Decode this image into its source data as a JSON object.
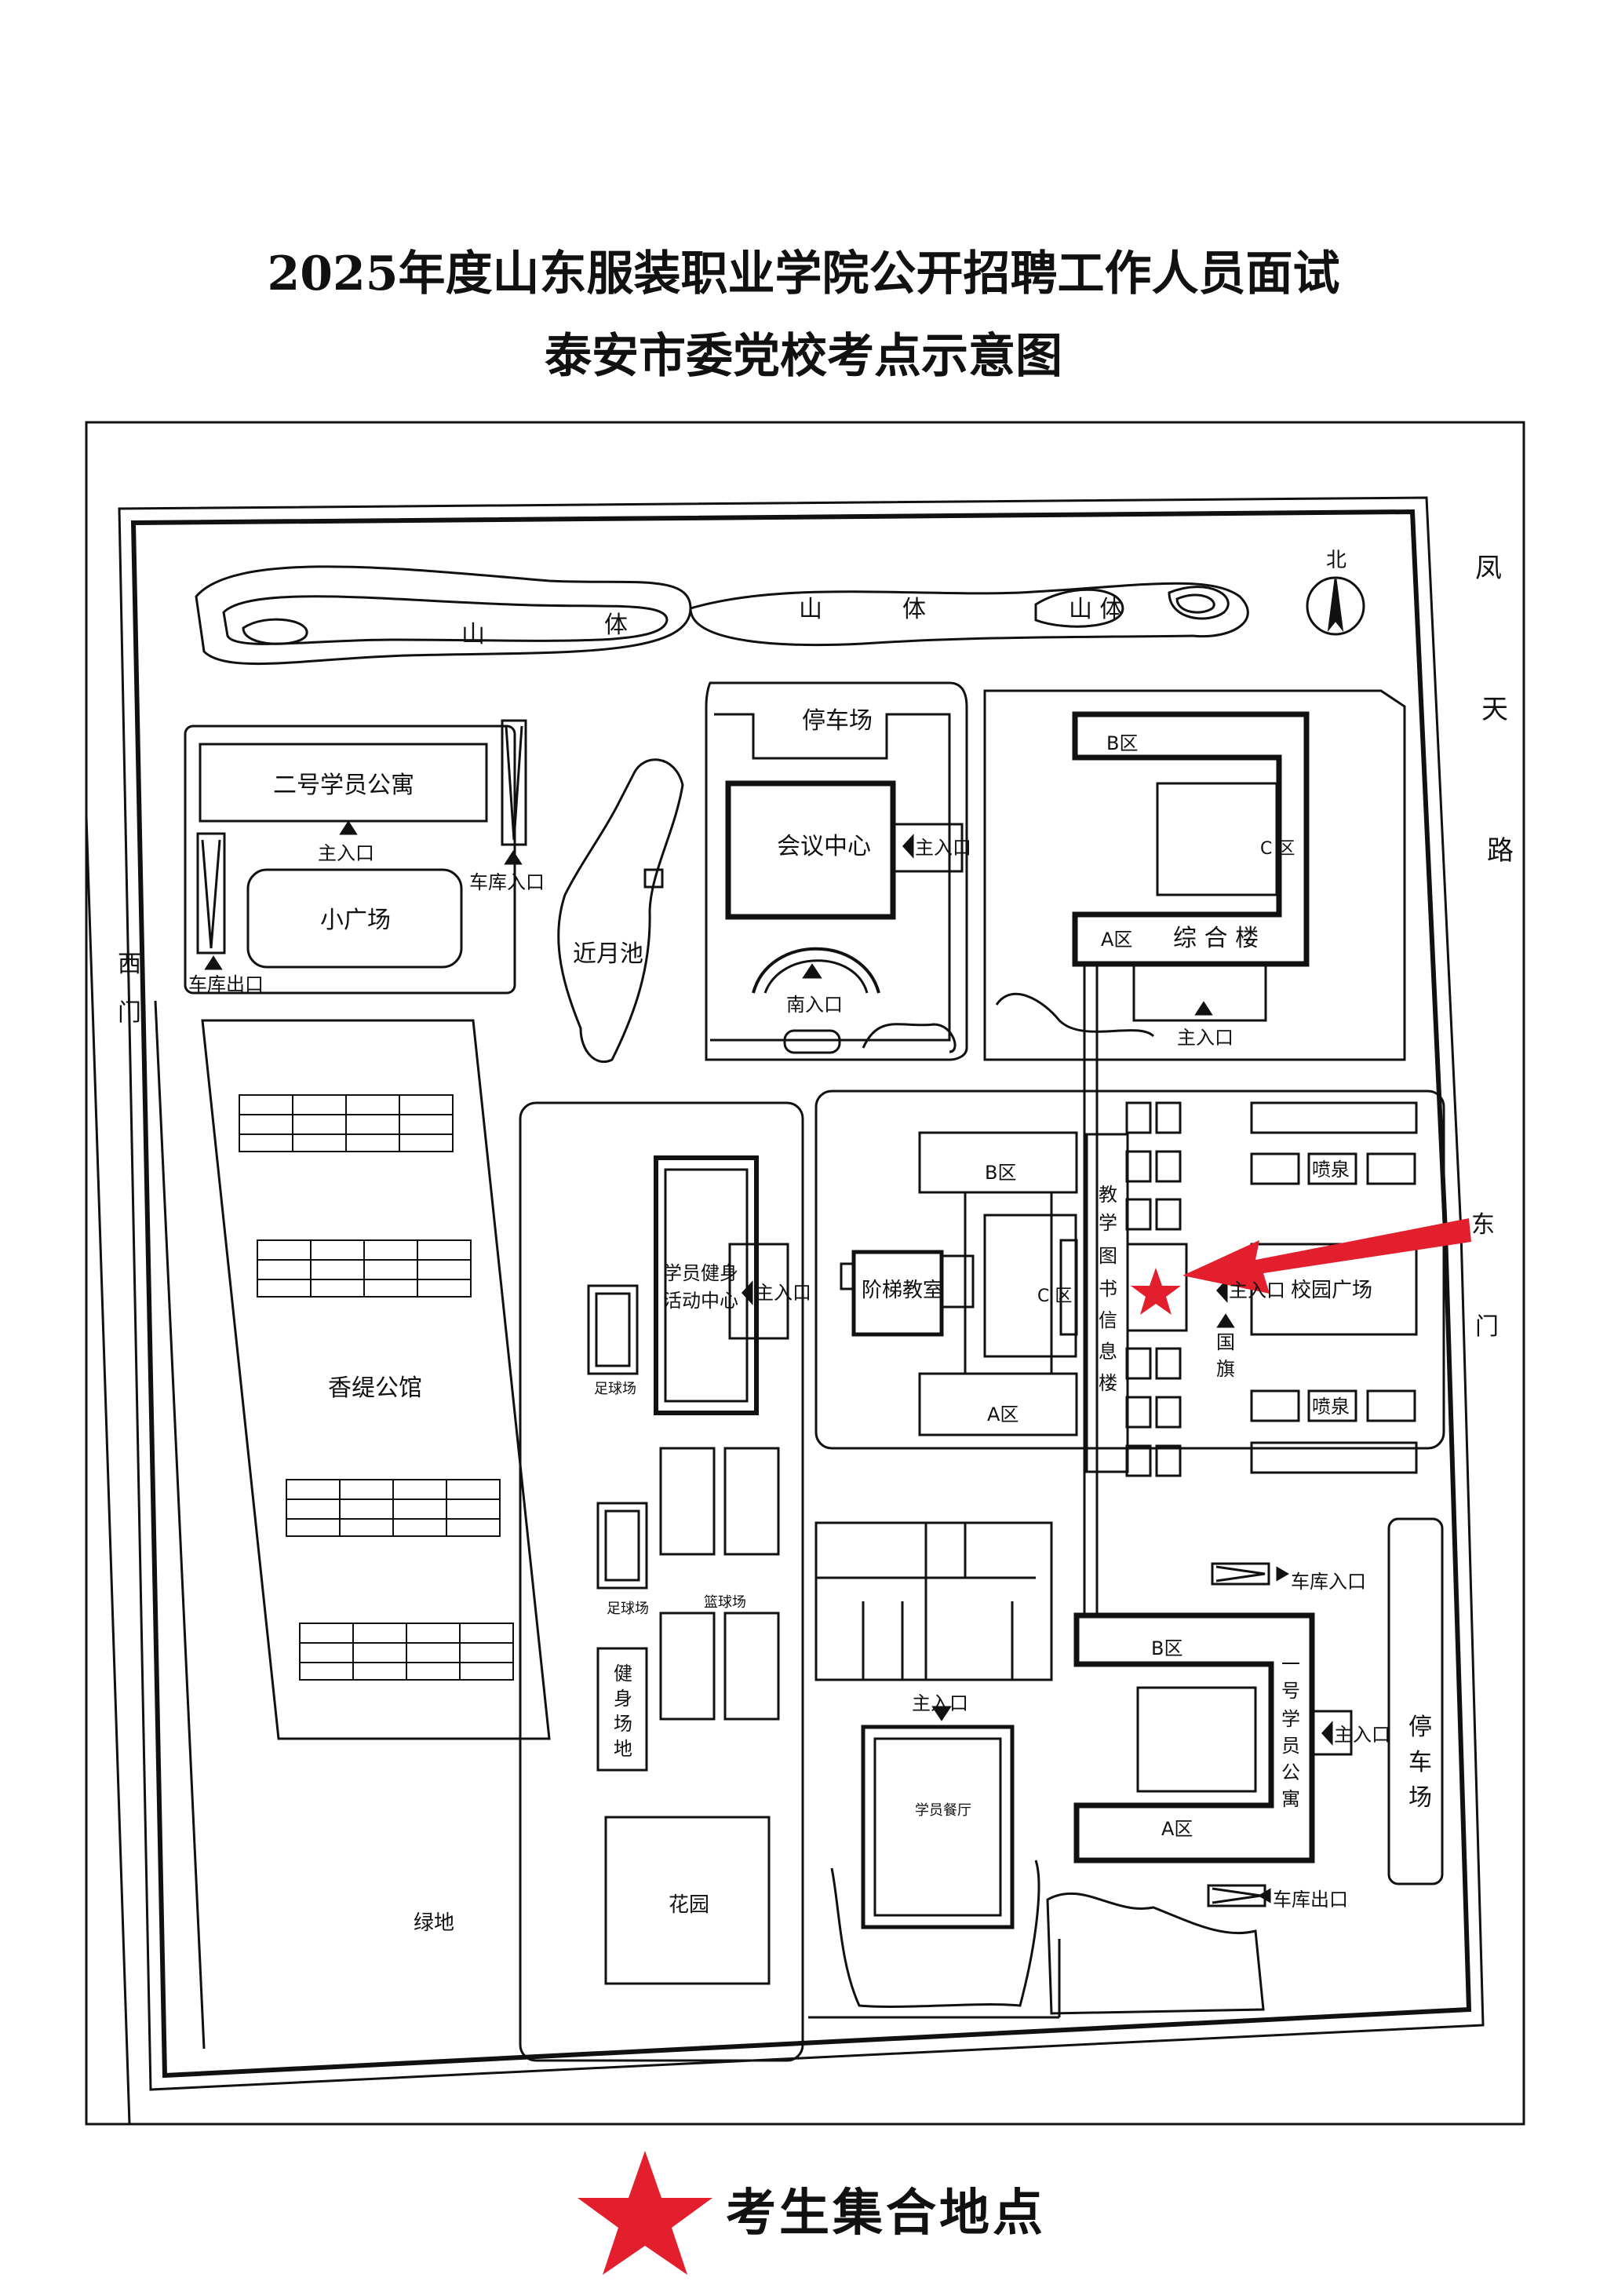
{
  "title": {
    "line1": "2025年度山东服装职业学院公开招聘工作人员面试",
    "line2": "泰安市委党校考点示意图"
  },
  "labels": {
    "shan": "山",
    "ti": "体",
    "shanti": "山 体",
    "north": "北",
    "feng": "凤",
    "tian": "天",
    "lu": "路",
    "xi": "西",
    "men": "门",
    "dong": "东",
    "parking": "停车场",
    "conference": "会议中心",
    "main_entrance": "主入口",
    "south_entrance": "南入口",
    "zone_a": "A区",
    "zone_b": "B区",
    "zone_c": "C 区",
    "zone_c2": "C区",
    "composite_building": "综 合 楼",
    "dorm2": "二号学员公寓",
    "small_square": "小广场",
    "garage_exit": "车库出口",
    "garage_entrance": "车库入口",
    "pond": "近月池",
    "xiangti": "香缇公馆",
    "fitness_center_1": "学员健身",
    "fitness_center_2": "活动中心",
    "football": "足球场",
    "basketball": "篮球场",
    "fitness_field": [
      "健",
      "身",
      "场",
      "地"
    ],
    "lecture_hall": "阶梯教室",
    "library": [
      "教",
      "学",
      "图",
      "书",
      "信",
      "息",
      "楼"
    ],
    "fountain": "喷泉",
    "campus_square": "校园广场",
    "flag": [
      "国",
      "旗"
    ],
    "dining": "学员餐厅",
    "dorm1": [
      "一",
      "号",
      "学",
      "员",
      "公",
      "寓"
    ],
    "parking_v": [
      "停",
      "车",
      "场"
    ],
    "garden": "花园",
    "greenland": "绿地"
  },
  "legend": {
    "text": "考生集合地点",
    "star_color": "#e31e2d"
  },
  "colors": {
    "line": "#111111",
    "marker": "#e31e2d"
  }
}
